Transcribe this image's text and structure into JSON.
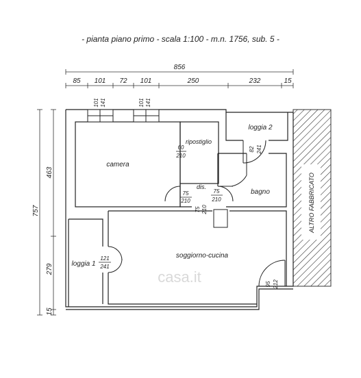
{
  "caption": "- pianta piano primo -  scala 1:100  - m.n. 1756, sub. 5 -",
  "dimensions": {
    "top_total": "856",
    "top_segments": [
      "85",
      "101",
      "72",
      "101",
      "250",
      "232",
      "15"
    ],
    "left_total": "757",
    "left_segments": [
      "463",
      "279",
      "15"
    ]
  },
  "rooms": {
    "camera": "camera",
    "ripostiglio": "ripostiglio",
    "loggia_2": "loggia 2",
    "dis": "dis.",
    "bagno": "bagno",
    "soggiorno_cucina": "soggiorno-cucina",
    "loggia_1": "loggia 1",
    "altro_fabbricato": "ALTRO FABBRICATO"
  },
  "openings": {
    "win1_w": "101",
    "win1_h": "141",
    "win2_w": "101",
    "win2_h": "141",
    "rip_w": "60",
    "rip_h": "210",
    "log2_w": "82",
    "log2_h": "241",
    "dis1_w": "75",
    "dis1_h": "210",
    "dis2_w": "75",
    "dis2_h": "210",
    "dis3_w": "75",
    "dis3_h": "210",
    "log1_w": "121",
    "log1_h": "241",
    "ent_w": "95",
    "ent_h": "212"
  },
  "watermark": "casa.it"
}
